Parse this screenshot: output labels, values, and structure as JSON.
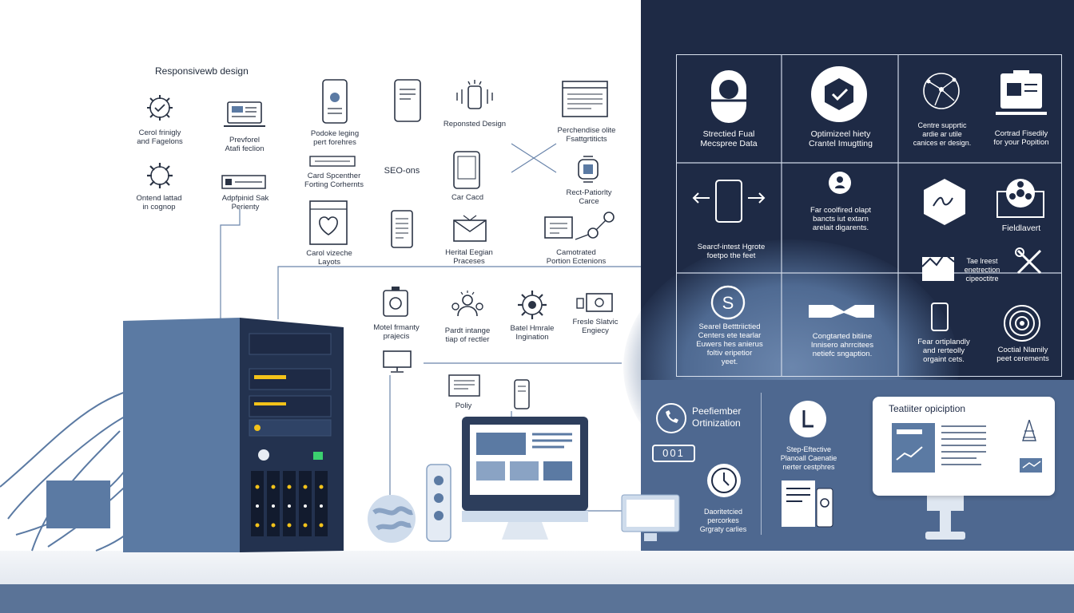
{
  "header": {
    "title": "Responsivewb design"
  },
  "left_labels": {
    "central_friendly": "Cerol frinigly\nand Fagelons",
    "preferred": "Prevforel\nAtafi feclion",
    "portable": "Podoke leging\npert forehres",
    "responsive": "Reponsted Design",
    "perchandise": "Perchendise olite\nFsattgrtiticts",
    "ontend": "Ontend lattad\nin cognop",
    "adaptive": "Adpfpinid Sak\nPerienty",
    "card_sheet": "Card Spcenther\nForting Corhernts",
    "seo": "SEO-ons",
    "card_card": "Car Cacd",
    "redirect": "Rect-Patiorlty\nCarce",
    "carol_layouts": "Carol vizeche\nLayots",
    "herital": "Herital Eegian\nPraceses",
    "contracted": "Camotrated\nPortion Ectenions",
    "mobile": "Motel frmanty\nprajecis",
    "parent": "Pardt intange\ntiap of rectler",
    "detail": "Batel Hmrale\nIngination",
    "freshe": "Fresle Slatvic\nEngiecy",
    "policy": "Poliy"
  },
  "grid": {
    "structured": "Strectied Fual\nMecspree Data",
    "optimized": "Optimizeel hiety\nCrantel Imugtting",
    "centre": "Centre supprtic\nardie ar utile\ncanices er design.",
    "central_friendly": "Cortrad Fisedily\nfor your Popition",
    "search_result": "Searcf-intest Hgrote\nfoetpo the feet",
    "far_coordinated": "Far coolfired olapt\nbancts iut extarn\narelait digarents.",
    "field_layout": "Fieldlavert",
    "the_least": "Tae lreest\nenetrection\ncipeoctitre",
    "searel": "Searel Betttriictied\nCenters ete tearlar\nEuwers hes anierus\nfoltiv eripetior\nyeet.",
    "congratulated": "Congtarted bitiine\nInnisero ahrrcitees\nnetiefc sngaption.",
    "fear_certainly": "Fear ortiplandly\nand rerteolly\norgaint cets.",
    "central_nationally": "Coctial Nlamily\npeet cerements"
  },
  "lower": {
    "performance": "Peefiember\nOrtinization",
    "counter": "001",
    "step_effective": "Step-Eftective\nPlanoall Caenatie\nnerter cestphres",
    "description": "Daoritetcied\npercorkes\nGrgraty carlies"
  },
  "card": {
    "title": "Teatiiter opiciption"
  },
  "colors": {
    "navy": "#1e2a45",
    "steel": "#5a7397",
    "server": "#5b7aa3",
    "accent": "#f2c21a"
  }
}
